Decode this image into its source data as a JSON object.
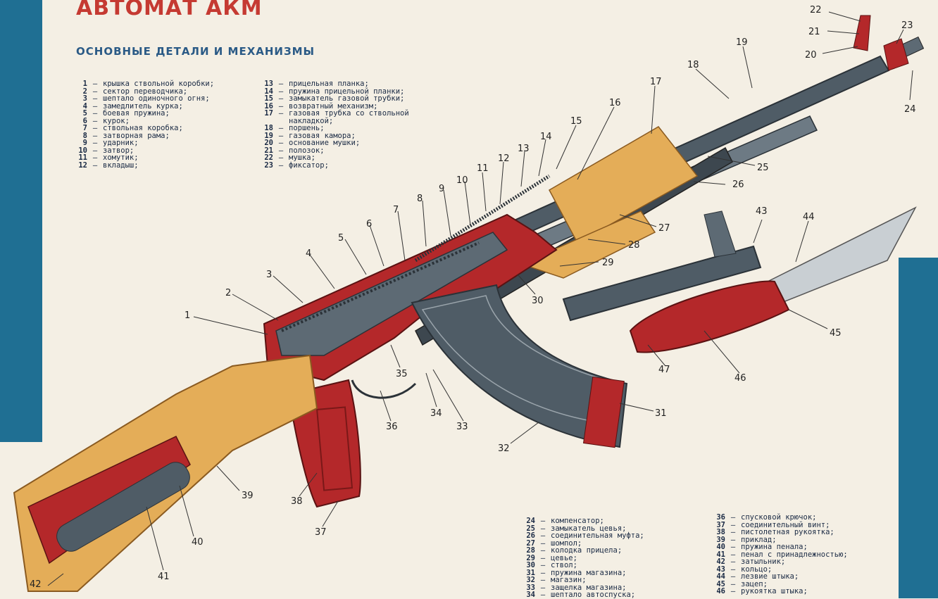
{
  "title": "АВТОМАТ АКМ",
  "subtitle": "ОСНОВНЫЕ ДЕТАЛИ И МЕХАНИЗМЫ",
  "colors": {
    "title_red": "#c53a32",
    "subtitle_blue": "#2a5a86",
    "edge_blue": "#1f6f93",
    "wood": "#e4ad58",
    "metal": "#4f5c66",
    "cutaway_red": "#b4282a",
    "background": "#f4efe4"
  },
  "legend_columns": [
    [
      {
        "n": "1",
        "text": "крышка ствольной коробки;"
      },
      {
        "n": "2",
        "text": "сектор переводчика;"
      },
      {
        "n": "3",
        "text": "шептало одиночного огня;"
      },
      {
        "n": "4",
        "text": "замедлитель курка;"
      },
      {
        "n": "5",
        "text": "боевая пружина;"
      },
      {
        "n": "6",
        "text": "курок;"
      },
      {
        "n": "7",
        "text": "ствольная коробка;"
      },
      {
        "n": "8",
        "text": "затворная рама;"
      },
      {
        "n": "9",
        "text": "ударник;"
      },
      {
        "n": "10",
        "text": "затвор;"
      },
      {
        "n": "11",
        "text": "хомутик;"
      },
      {
        "n": "12",
        "text": "вкладыш;"
      }
    ],
    [
      {
        "n": "13",
        "text": "прицельная планка;"
      },
      {
        "n": "14",
        "text": "пружина прицельной планки;"
      },
      {
        "n": "15",
        "text": "замыкатель газовой трубки;"
      },
      {
        "n": "16",
        "text": "возвратный механизм;"
      },
      {
        "n": "17",
        "text": "газовая трубка со ствольной"
      },
      {
        "n": "",
        "text": "накладкой;"
      },
      {
        "n": "18",
        "text": "поршень;"
      },
      {
        "n": "19",
        "text": "газовая камора;"
      },
      {
        "n": "20",
        "text": "основание мушки;"
      },
      {
        "n": "21",
        "text": "полозок;"
      },
      {
        "n": "22",
        "text": "мушка;"
      },
      {
        "n": "23",
        "text": "фиксатор;"
      }
    ],
    [
      {
        "n": "24",
        "text": "компенсатор;"
      },
      {
        "n": "25",
        "text": "замыкатель цевья;"
      },
      {
        "n": "26",
        "text": "соединительная муфта;"
      },
      {
        "n": "27",
        "text": "шомпол;"
      },
      {
        "n": "28",
        "text": "колодка прицела;"
      },
      {
        "n": "29",
        "text": "цевье;"
      },
      {
        "n": "30",
        "text": "ствол;"
      },
      {
        "n": "31",
        "text": "пружина магазина;"
      },
      {
        "n": "32",
        "text": "магазин;"
      },
      {
        "n": "33",
        "text": "защелка магазина;"
      },
      {
        "n": "34",
        "text": "шептало автоспуска;"
      }
    ],
    [
      {
        "n": "36",
        "text": "спусковой крючок;"
      },
      {
        "n": "37",
        "text": "соединительный винт;"
      },
      {
        "n": "38",
        "text": "пистолетная рукоятка;"
      },
      {
        "n": "39",
        "text": "приклад;"
      },
      {
        "n": "40",
        "text": "пружина пенала;"
      },
      {
        "n": "41",
        "text": "пенал с принадлежностью;"
      },
      {
        "n": "42",
        "text": "затыльник;"
      },
      {
        "n": "43",
        "text": "кольцо;"
      },
      {
        "n": "44",
        "text": "лезвие штыка;"
      },
      {
        "n": "45",
        "text": "зацеп;"
      },
      {
        "n": "46",
        "text": "рукоятка штыка;"
      }
    ]
  ],
  "callouts": [
    "1",
    "2",
    "3",
    "4",
    "5",
    "6",
    "7",
    "8",
    "9",
    "10",
    "11",
    "12",
    "13",
    "14",
    "15",
    "16",
    "17",
    "18",
    "19",
    "20",
    "21",
    "22",
    "23",
    "24",
    "25",
    "26",
    "27",
    "28",
    "29",
    "30",
    "31",
    "32",
    "33",
    "34",
    "35",
    "36",
    "37",
    "38",
    "39",
    "40",
    "41",
    "42",
    "43",
    "44",
    "45",
    "46",
    "47"
  ]
}
